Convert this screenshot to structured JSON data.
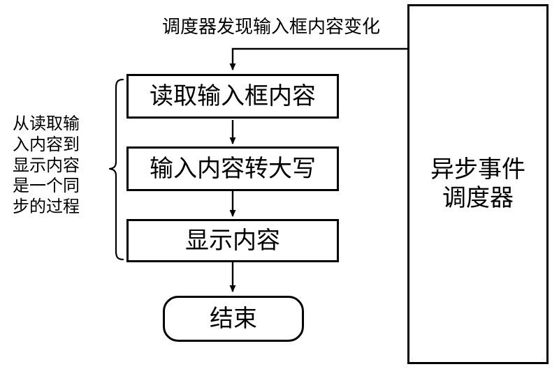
{
  "diagram": {
    "title_text": "调度器发现输入框内容变化",
    "side_note": "从读取输\n入内容到\n显示内容\n是一个同\n步的过程",
    "nodes": {
      "read_input": "读取输入框内容",
      "to_upper": "输入内容转大写",
      "show_content": "显示内容",
      "end": "结束",
      "scheduler_panel": "异步事件\n调度器"
    },
    "colors": {
      "stroke": "#000000",
      "fill": "#ffffff",
      "text": "#000000"
    }
  }
}
